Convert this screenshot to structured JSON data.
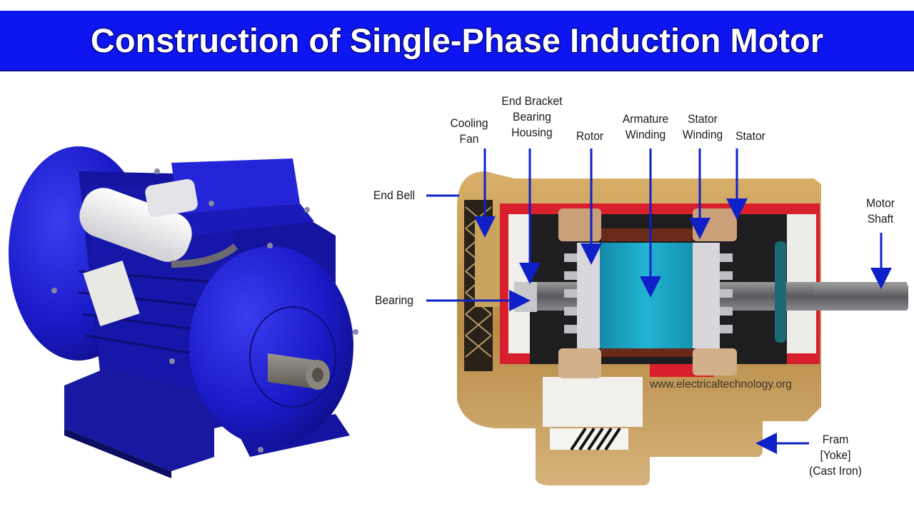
{
  "title": "Construction of Single-Phase Induction Motor",
  "watermark": "www.electricaltechnology.org",
  "colors": {
    "title_bar": "#0d16f0",
    "arrow": "#1020c8",
    "motor_body": "#1a1ad0",
    "frame_bronze": "#c49a52",
    "cutaway_red": "#d8202c",
    "armature_cyan": "#1aa0c0"
  },
  "labels": {
    "cooling_fan": {
      "line1": "Cooling",
      "line2": "Fan"
    },
    "end_bracket": {
      "line1": "End Bracket",
      "line2": "Bearing",
      "line3": "Housing"
    },
    "rotor": {
      "line1": "Rotor"
    },
    "armature_winding": {
      "line1": "Armature",
      "line2": "Winding"
    },
    "stator_winding": {
      "line1": "Stator",
      "line2": "Winding"
    },
    "stator": {
      "line1": "Stator"
    },
    "end_bell": {
      "line1": "End Bell"
    },
    "bearing": {
      "line1": "Bearing"
    },
    "motor_shaft": {
      "line1": "Motor",
      "line2": "Shaft"
    },
    "frame": {
      "line1": "Fram",
      "line2": "[Yoke]",
      "line3": "(Cast Iron)"
    }
  },
  "images": {
    "left": "assembled-blue-single-phase-motor",
    "right": "cutaway-motor-cross-section"
  }
}
